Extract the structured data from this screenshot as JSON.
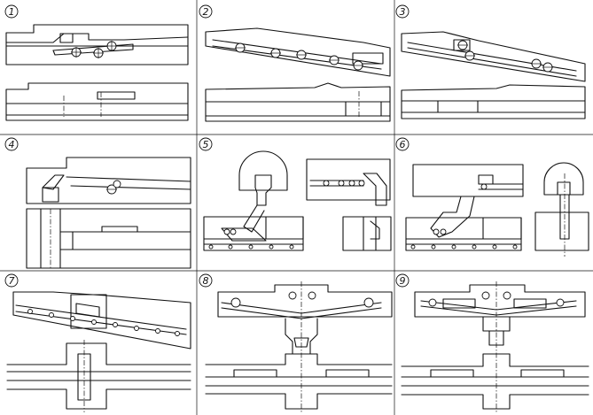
{
  "figure": {
    "panels": [
      {
        "id": "panel-1",
        "number": "1"
      },
      {
        "id": "panel-2",
        "number": "2"
      },
      {
        "id": "panel-3",
        "number": "3"
      },
      {
        "id": "panel-4",
        "number": "4"
      },
      {
        "id": "panel-5",
        "number": "5"
      },
      {
        "id": "panel-6",
        "number": "6"
      },
      {
        "id": "panel-7",
        "number": "7"
      },
      {
        "id": "panel-8",
        "number": "8"
      },
      {
        "id": "panel-9",
        "number": "9"
      }
    ]
  }
}
